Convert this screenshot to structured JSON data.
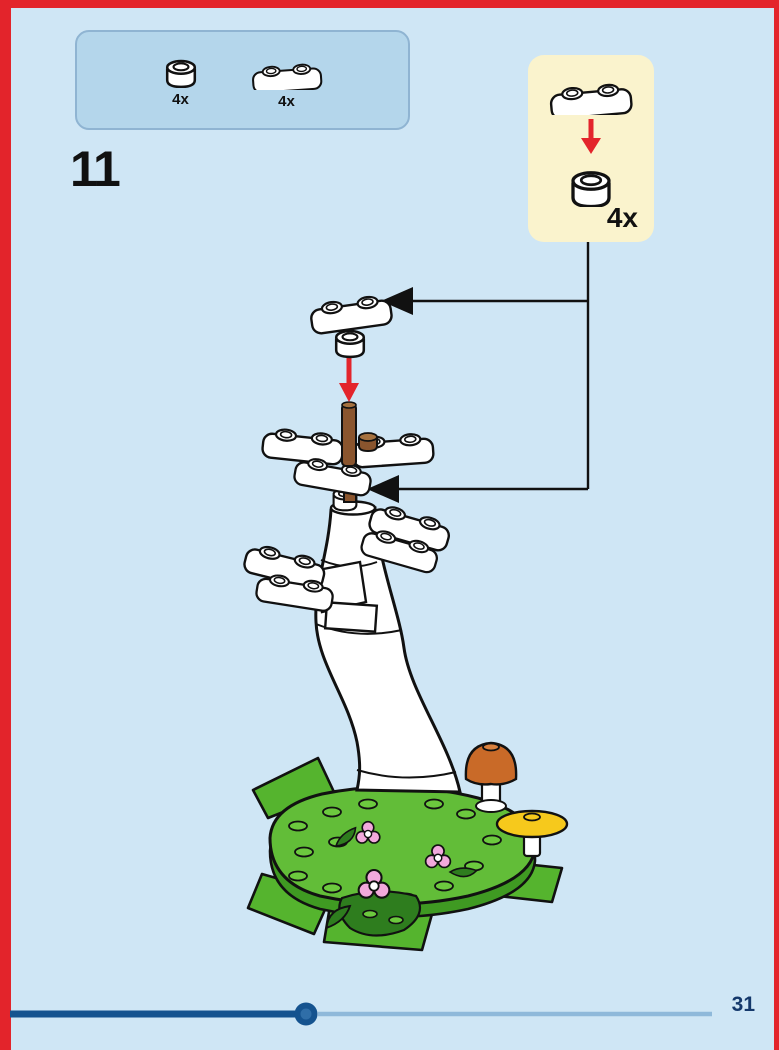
{
  "step": {
    "number": "11"
  },
  "page": {
    "number": "31"
  },
  "parts_box": {
    "parts": [
      {
        "icon": "round-plate-1x1-icon",
        "count": "4x"
      },
      {
        "icon": "plate-1x2-icon",
        "count": "4x"
      }
    ]
  },
  "callout": {
    "count": "4x",
    "icons": [
      "plate-1x2-icon",
      "red-arrow-down-icon",
      "round-plate-1x1-icon"
    ]
  },
  "colors": {
    "page_border": "#e3242b",
    "page_bg": "#cfe6f5",
    "parts_box_bg": "#b4d6eb",
    "callout_bg": "#faf3cd",
    "arrow_red": "#e3242b",
    "base_green": "#62bd38",
    "leaf_dark_green": "#2e7d1e",
    "mushroom_orange": "#c96a28",
    "dish_yellow": "#f6c91c",
    "flower_pink": "#f2a9dc",
    "bar_brown": "#8a552e",
    "progress_dark": "#15538f",
    "progress_light": "#8fb9da"
  }
}
